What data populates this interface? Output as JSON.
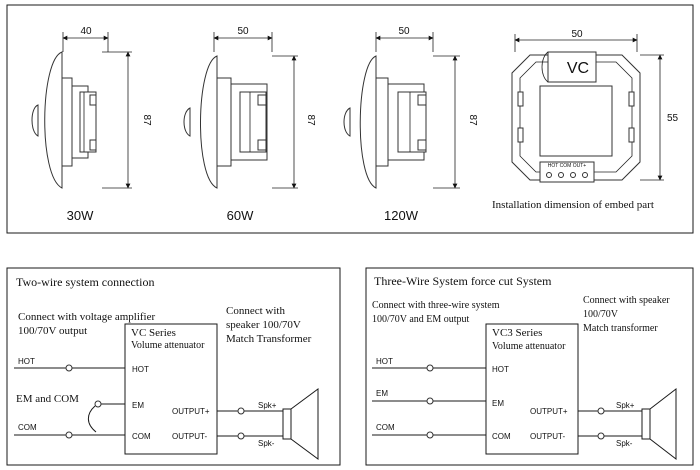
{
  "dimensions": {
    "variant_30w": {
      "width": "40",
      "height": "87",
      "label": "30W"
    },
    "variant_60w": {
      "width": "50",
      "height": "87",
      "label": "60W"
    },
    "variant_120w": {
      "width": "50",
      "height": "87",
      "label": "120W"
    },
    "embed_part": {
      "width": "50",
      "height": "55",
      "badge": "VC",
      "terminal_labels": "HOT COM OUT+",
      "caption": "Installation dimension of embed part"
    }
  },
  "two_wire": {
    "title": "Two-wire system connection",
    "connect_amp": "Connect with voltage amplifier",
    "amp_spec": "100/70V output",
    "connect_speaker": "Connect with",
    "speaker_spec": "speaker 100/70V",
    "match": "Match Transformer",
    "series_name": "VC   Series",
    "series_desc": "Volume attenuator",
    "em_com": "EM and COM",
    "wire_hot": "HOT",
    "wire_com": "COM",
    "term_hot": "HOT",
    "term_em": "EM",
    "term_com": "COM",
    "out_plus": "OUTPUT+",
    "out_minus": "OUTPUT-",
    "spk_plus": "Spk+",
    "spk_minus": "Spk-"
  },
  "three_wire": {
    "title": "Three-Wire System force cut System",
    "connect_line1": "Connect with three-wire system",
    "connect_line2": "100/70V and EM output",
    "connect_speaker": "Connect with speaker",
    "speaker_spec": "100/70V",
    "match": "Match transformer",
    "series_name": "VC3 Series",
    "series_desc": "Volume attenuator",
    "wire_hot": "HOT",
    "wire_em": "EM",
    "wire_com": "COM",
    "term_hot": "HOT",
    "term_em": "EM",
    "term_com": "COM",
    "out_plus": "OUTPUT+",
    "out_minus": "OUTPUT-",
    "spk_plus": "Spk+",
    "spk_minus": "Spk-"
  }
}
